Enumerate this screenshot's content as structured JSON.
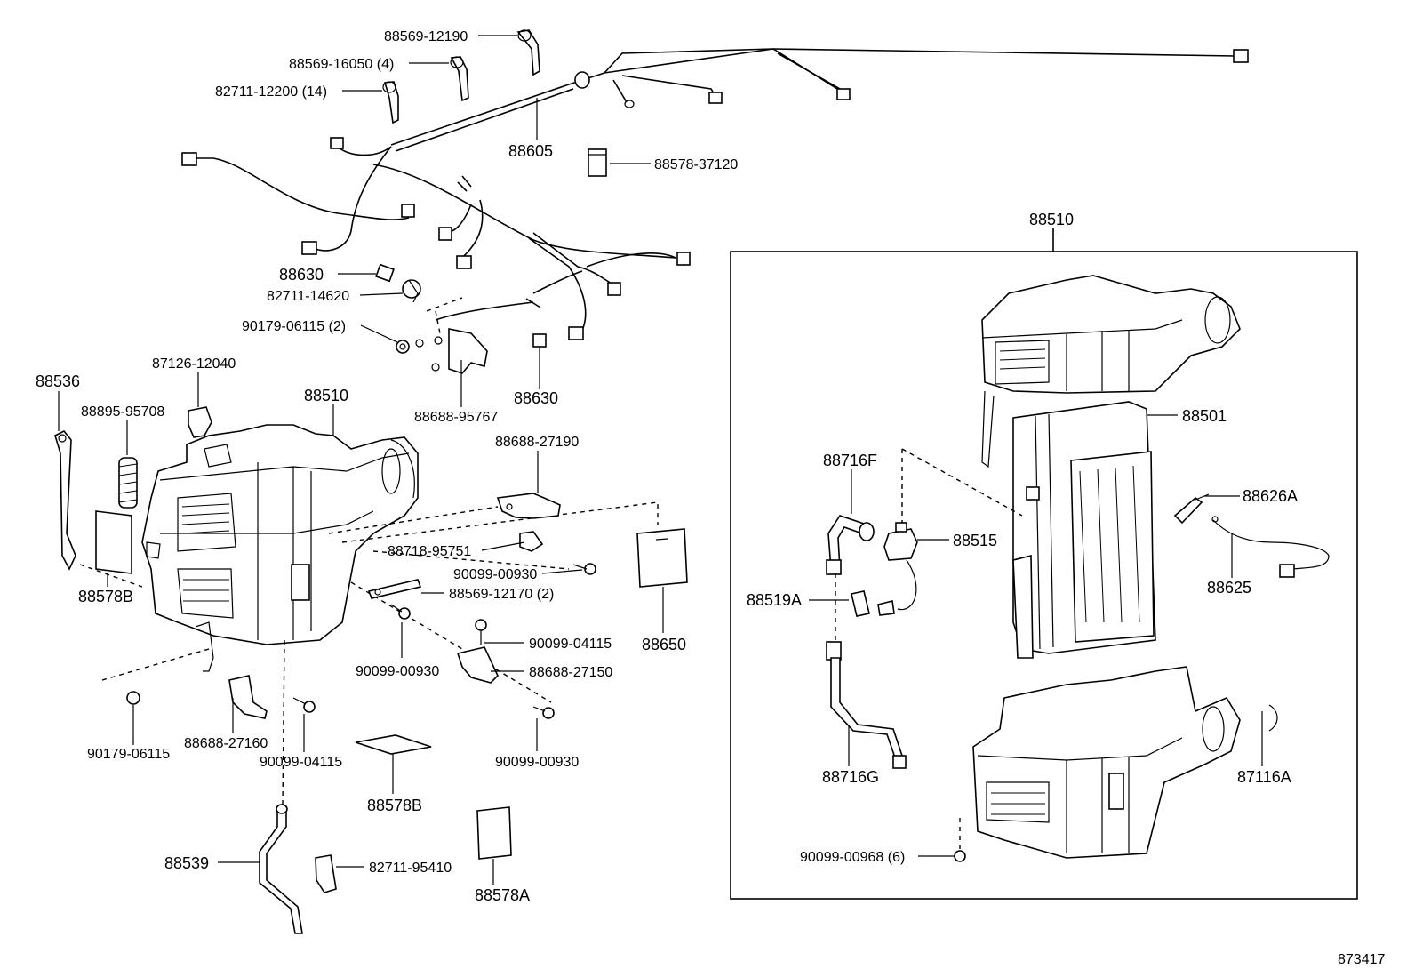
{
  "diagram_id": "873417",
  "group_box_label": "88510",
  "labels": {
    "p88569_12190": "88569-12190",
    "p88569_16050": "88569-16050 (4)",
    "p82711_12200": "82711-12200 (14)",
    "p88605": "88605",
    "p88578_37120": "88578-37120",
    "p88630_top": "88630",
    "p82711_14620": "82711-14620",
    "p90179_06115_2": "90179-06115 (2)",
    "p88688_95767": "88688-95767",
    "p88630_mid": "88630",
    "p87126_12040": "87126-12040",
    "p88536": "88536",
    "p88895_95708": "88895-95708",
    "p88510_left": "88510",
    "p88688_27190": "88688-27190",
    "p88718_95751": "88718-95751",
    "p90099_00930_a": "90099-00930",
    "p88569_12170": "88569-12170 (2)",
    "p88650": "88650",
    "p88578B_left": "88578B",
    "p90099_04115_a": "90099-04115",
    "p90099_00930_b": "90099-00930",
    "p88688_27150": "88688-27150",
    "p90179_06115": "90179-06115",
    "p88688_27160": "88688-27160",
    "p90099_04115_b": "90099-04115",
    "p90099_00930_c": "90099-00930",
    "p88578B_bottom": "88578B",
    "p88539": "88539",
    "p82711_95410": "82711-95410",
    "p88578A": "88578A",
    "p88501": "88501",
    "p88716F": "88716F",
    "p88626A": "88626A",
    "p88515": "88515",
    "p88519A": "88519A",
    "p88625": "88625",
    "p88716G": "88716G",
    "p87116A": "87116A",
    "p90099_00968": "90099-00968 (6)"
  }
}
